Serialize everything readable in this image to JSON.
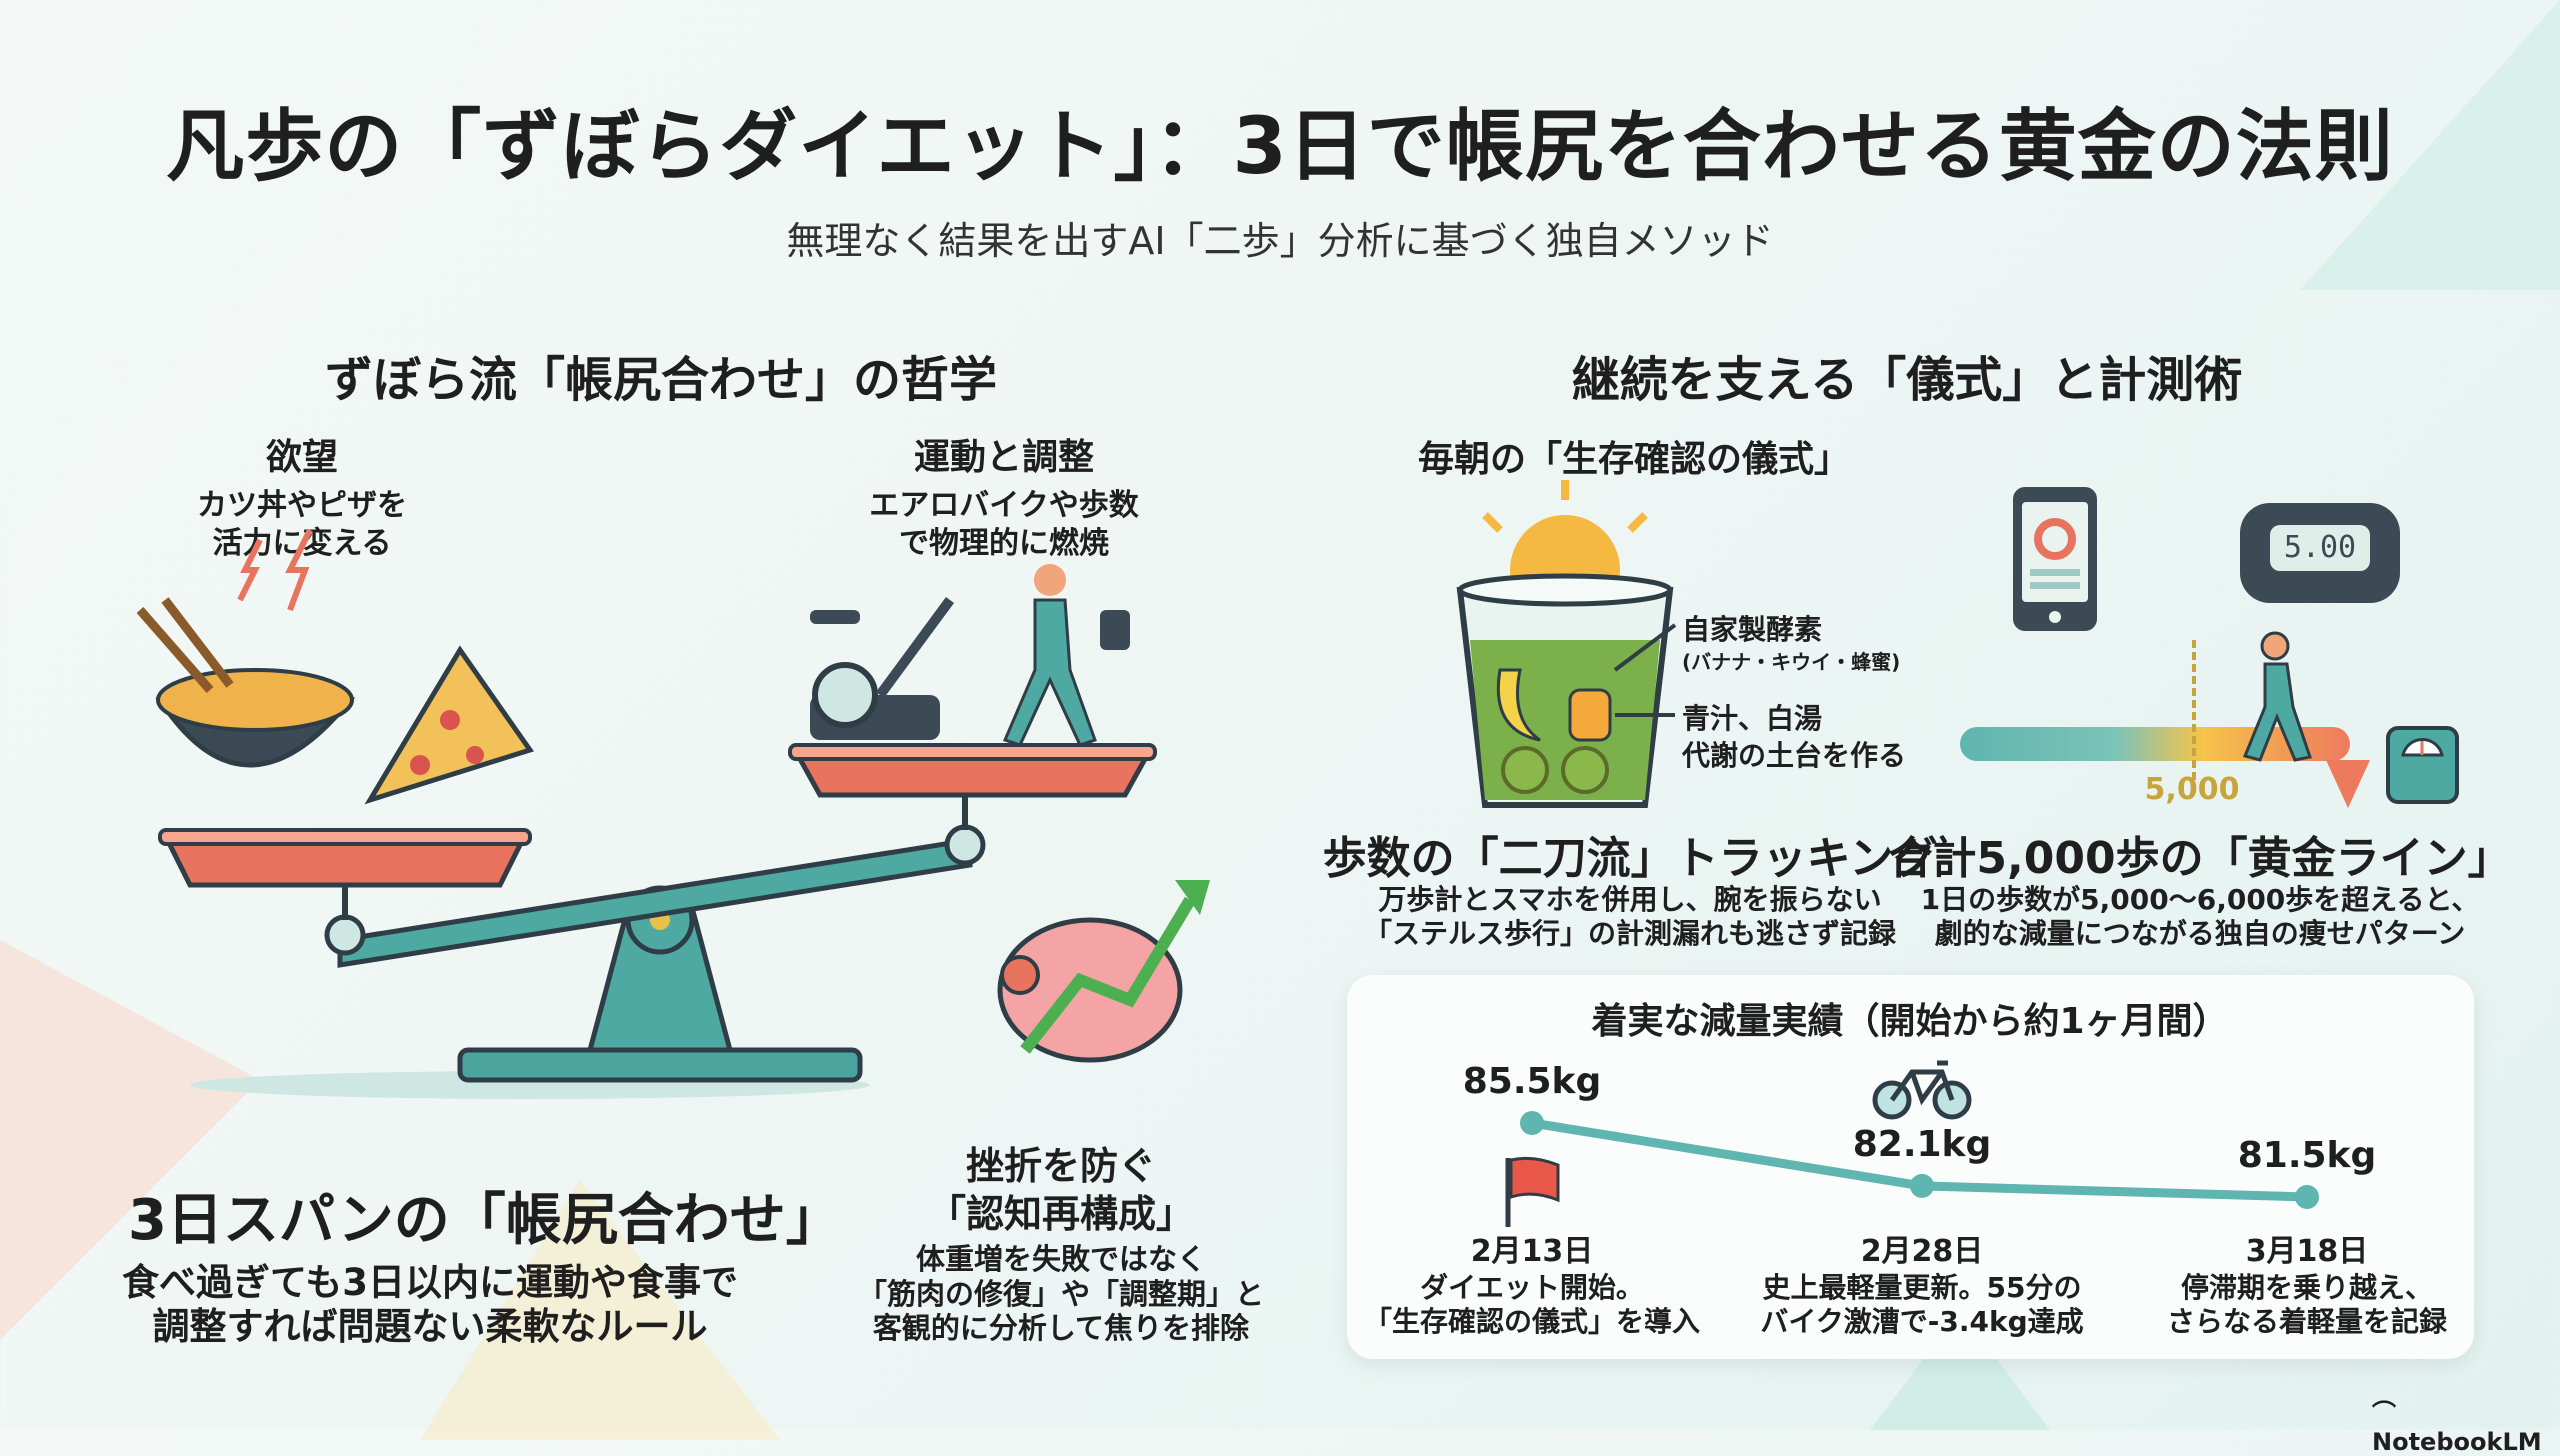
{
  "title": "凡歩の「ずぼらダイエット」：3日で帳尻を合わせる黄金の法則",
  "subtitle": "無理なく結果を出すAI「二歩」分析に基づく独自メソッド",
  "left": {
    "heading": "ずぼら流「帳尻合わせ」の哲学",
    "desire": {
      "title": "欲望",
      "lines": [
        "カツ丼やピザを",
        "活力に変える"
      ]
    },
    "exercise": {
      "title": "運動と調整",
      "lines": [
        "エアロバイクや歩数",
        "で物理的に燃焼"
      ]
    },
    "watch_display": "",
    "span": {
      "title": "3日スパンの「帳尻合わせ」",
      "lines": [
        "食べ過ぎても3日以内に運動や食事で",
        "調整すれば問題ない柔軟なルール"
      ]
    },
    "reframe": {
      "title_lines": [
        "挫折を防ぐ",
        "「認知再構成」"
      ],
      "lines": [
        "体重増を失敗ではなく",
        "「筋肉の修復」や「調整期」と",
        "客観的に分析して焦りを排除"
      ]
    }
  },
  "right": {
    "heading": "継続を支える「儀式」と計測術",
    "ritual": {
      "title": "毎朝の「生存確認の儀式」",
      "label1": [
        "自家製酵素",
        "(バナナ・キウイ・蜂蜜)"
      ],
      "label2": [
        "青汁、白湯",
        "代謝の土台を作る"
      ]
    },
    "pedometer_display": "5.00",
    "threshold_label": "5,000",
    "tracking": {
      "title": "歩数の「二刀流」トラッキング",
      "lines": [
        "万歩計とスマホを併用し、腕を振らない",
        "「ステルス歩行」の計測漏れも逃さず記録"
      ]
    },
    "golden": {
      "title": "合計5,000歩の「黄金ライン」",
      "lines": [
        "1日の歩数が5,000〜6,000歩を超えると、",
        "劇的な減量につながる独自の痩せパターン"
      ]
    }
  },
  "chart_data": {
    "type": "line",
    "title": "着実な減量実績（開始から約1ヶ月間）",
    "categories": [
      "2月13日",
      "2月28日",
      "3月18日"
    ],
    "values": [
      85.5,
      82.1,
      81.5
    ],
    "value_labels": [
      "85.5kg",
      "82.1kg",
      "81.5kg"
    ],
    "annotations": [
      [
        "ダイエット開始。",
        "「生存確認の儀式」を導入"
      ],
      [
        "史上最軽量更新。55分の",
        "バイク激漕で-3.4kg達成"
      ],
      [
        "停滞期を乗り越え、",
        "さらなる着軽量を記録"
      ]
    ],
    "ylabel": "kg",
    "line_color": "#5fb5b0"
  },
  "footer": {
    "brand": "NotebookLM"
  },
  "colors": {
    "teal": "#4fa9a3",
    "coral": "#e8735e",
    "gold": "#c7a43c",
    "dark": "#3b4a55"
  }
}
